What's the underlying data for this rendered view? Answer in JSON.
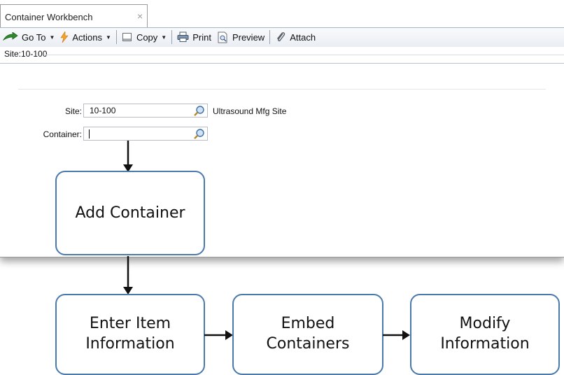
{
  "tab": {
    "label": "Container Workbench",
    "close_glyph": "×"
  },
  "toolbar": {
    "goto_label": "Go To",
    "actions_label": "Actions",
    "copy_label": "Copy",
    "print_label": "Print",
    "preview_label": "Preview",
    "attach_label": "Attach"
  },
  "site_strip": {
    "label": "Site:10-100"
  },
  "form": {
    "site_label": "Site:",
    "site_value": "10-100",
    "site_description": "Ultrasound Mfg Site",
    "container_label": "Container:",
    "container_value": ""
  },
  "flow": {
    "add_container": "Add Container",
    "enter_item": "Enter Item\nInformation",
    "embed_containers": "Embed\nContainers",
    "modify_information": "Modify\nInformation"
  },
  "colors": {
    "box_border": "#4a79ab",
    "toolbar_top": "#f9fafc",
    "toolbar_bottom": "#dde3ec"
  }
}
